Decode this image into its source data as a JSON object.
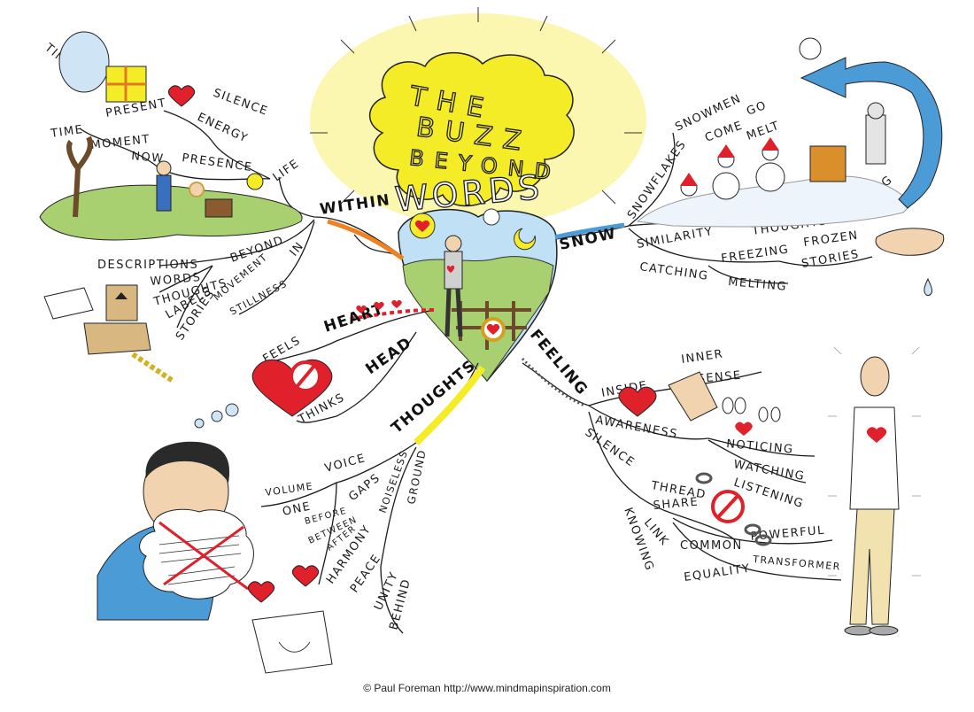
{
  "title": {
    "line1": "THE",
    "line2": "BUZZ",
    "line3": "BEYOND",
    "line4": "WORDS"
  },
  "branches": {
    "within": {
      "label": "WITHIN",
      "life": "LIFE",
      "timeless": "TIMELESS",
      "time": "TIME",
      "present": "PRESENT",
      "moment": "MOMENT",
      "now": "NOW",
      "presence": "PRESENCE",
      "silence": "SILENCE",
      "energy": "ENERGY",
      "in": "IN",
      "beyond": "BEYOND",
      "descriptions": "DESCRIPTIONS",
      "words": "WORDS",
      "thoughts": "THOUGHTS",
      "labels": "LABELS",
      "stories": "STORIES",
      "movement": "MOVEMENT",
      "stillness": "STILLNESS"
    },
    "snow": {
      "label": "SNOW",
      "snowflakes": "SNOWFLAKES",
      "snowmen": "SNOWMEN",
      "come": "COME",
      "go": "GO",
      "melt": "MELT",
      "similarity": "SIMILARITY",
      "thoughts": "THOUGHTS",
      "falling": "FALLING",
      "catching": "CATCHING",
      "freezing": "FREEZING",
      "frozen": "FROZEN",
      "stories": "STORIES",
      "melting": "MELTING"
    },
    "heart_head": {
      "feels": "FEELS",
      "heart": "HEART",
      "thinks": "THINKS",
      "head": "HEAD"
    },
    "thoughts": {
      "label": "THOUGHTS",
      "voice": "VOICE",
      "volume": "VOLUME",
      "one": "ONE",
      "gaps": "GAPS",
      "before": "BEFORE",
      "between": "BETWEEN",
      "after": "AFTER",
      "noiseless": "NOISELESS",
      "ground": "GROUND",
      "harmony": "HARMONY",
      "peace": "PEACE",
      "unity": "UNITY",
      "behind": "BEHIND"
    },
    "feeling": {
      "label": "FEELING",
      "inside": "INSIDE",
      "inner": "INNER",
      "sense": "SENSE",
      "awareness": "AWARENESS",
      "noticing": "NOTICING",
      "watching": "WATCHING",
      "listening": "LISTENING",
      "silence": "SILENCE",
      "thread": "THREAD",
      "share": "SHARE",
      "link": "LINK",
      "knowing": "KNOWING",
      "common": "COMMON",
      "powerful": "POWERFUL",
      "equality": "EQUALITY",
      "transformer": "TRANSFORMER"
    }
  },
  "footer": {
    "copyright": "© Paul Foreman http://www.mindmapinspiration.com"
  },
  "colors": {
    "glow": "#fbf7b0",
    "title_fill": "#f5ec28",
    "heart": "#e0202a",
    "sky": "#4a9bd6",
    "grass": "#a8d070"
  }
}
